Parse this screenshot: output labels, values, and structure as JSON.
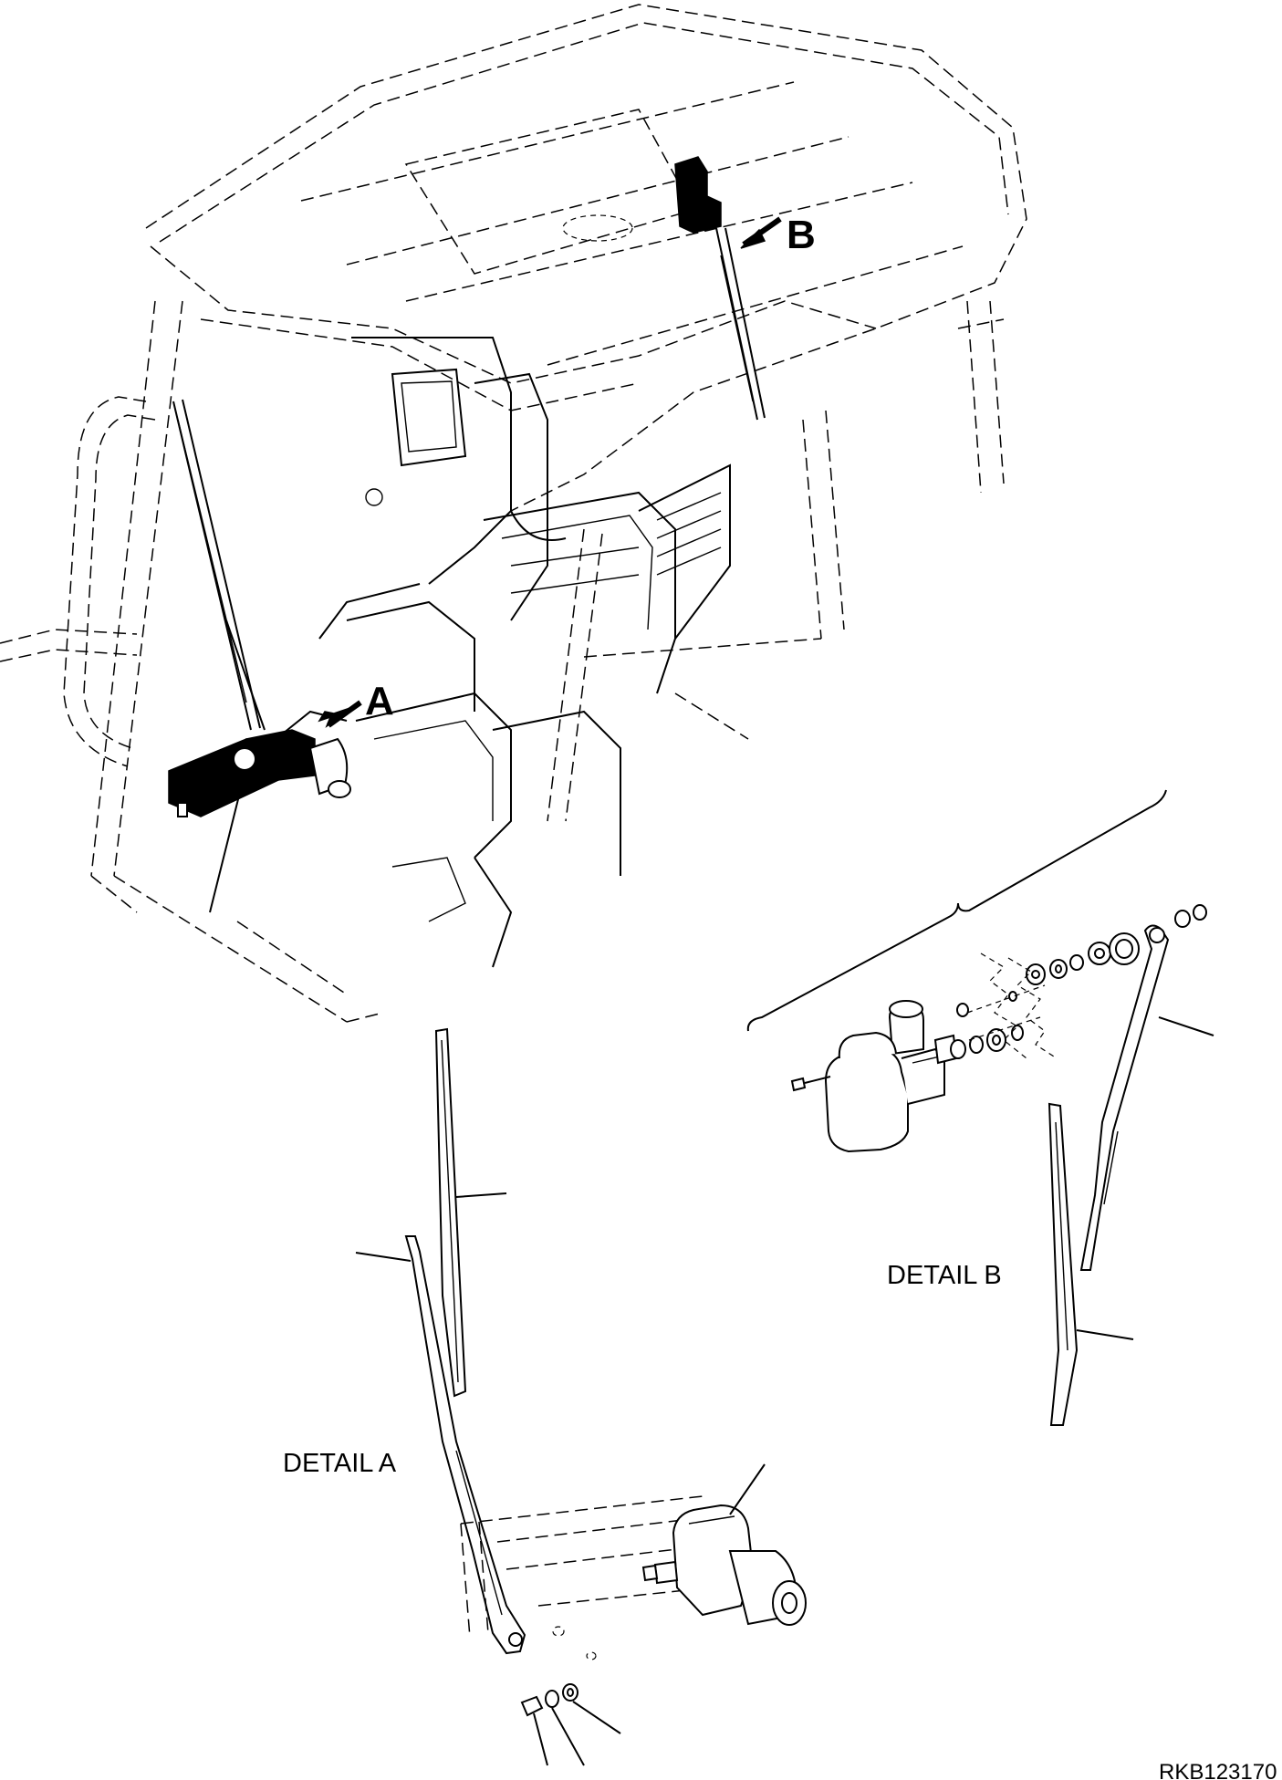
{
  "callouts": {
    "a": "A",
    "b": "B"
  },
  "details": {
    "a": "DETAIL A",
    "b": "DETAIL B"
  },
  "drawing_code": "RKB123170"
}
